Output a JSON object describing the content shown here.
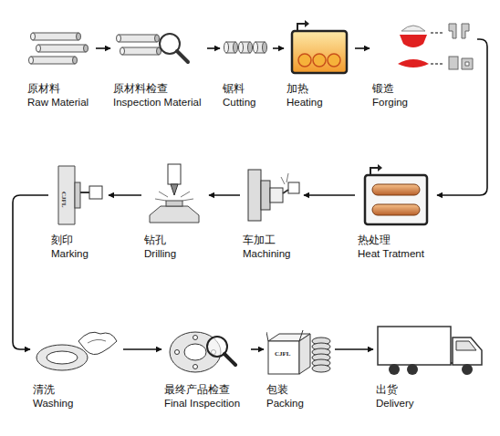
{
  "diagram": {
    "nodes": [
      {
        "text": [
          "原材料",
          "Raw Material"
        ]
      },
      {
        "text": [
          "原材料检查",
          "Inspection Material"
        ]
      },
      {
        "text": [
          "锯料",
          "Cutting"
        ]
      },
      {
        "text": [
          "加热",
          "Heating"
        ]
      },
      {
        "text": [
          "锻造",
          "Forging"
        ]
      },
      {
        "text": [
          "热处理",
          "Heat Tratment"
        ]
      },
      {
        "text": [
          "车加工",
          "Machining"
        ]
      },
      {
        "text": [
          "钻孔",
          "Drilling"
        ]
      },
      {
        "text": [
          "刻印",
          "Marking"
        ]
      },
      {
        "text": [
          "清洗",
          "Washing"
        ]
      },
      {
        "text": [
          "最终产品检查",
          "Final Inspecition"
        ]
      },
      {
        "text": [
          "包装",
          "Packing"
        ]
      },
      {
        "text": [
          "出货",
          "Delivery"
        ]
      }
    ],
    "edges": [
      {
        "from": 0,
        "to": 1,
        "arrow": "to"
      },
      {
        "from": 1,
        "to": 2,
        "arrow": "to"
      },
      {
        "from": 2,
        "to": 3,
        "arrow": "to"
      },
      {
        "from": 3,
        "to": 4,
        "arrow": "to"
      },
      {
        "from": 4,
        "to": 5,
        "arrow": "to"
      },
      {
        "from": 5,
        "to": 6,
        "arrow": "to"
      },
      {
        "from": 6,
        "to": 7,
        "arrow": "to"
      },
      {
        "from": 7,
        "to": 8,
        "arrow": "to"
      },
      {
        "from": 8,
        "to": 9,
        "arrow": "to"
      },
      {
        "from": 9,
        "to": 10,
        "arrow": "to"
      },
      {
        "from": 10,
        "to": 11,
        "arrow": "to"
      },
      {
        "from": 11,
        "to": 12,
        "arrow": "to"
      }
    ],
    "labels": [
      "CJFL",
      "CJFL"
    ]
  }
}
